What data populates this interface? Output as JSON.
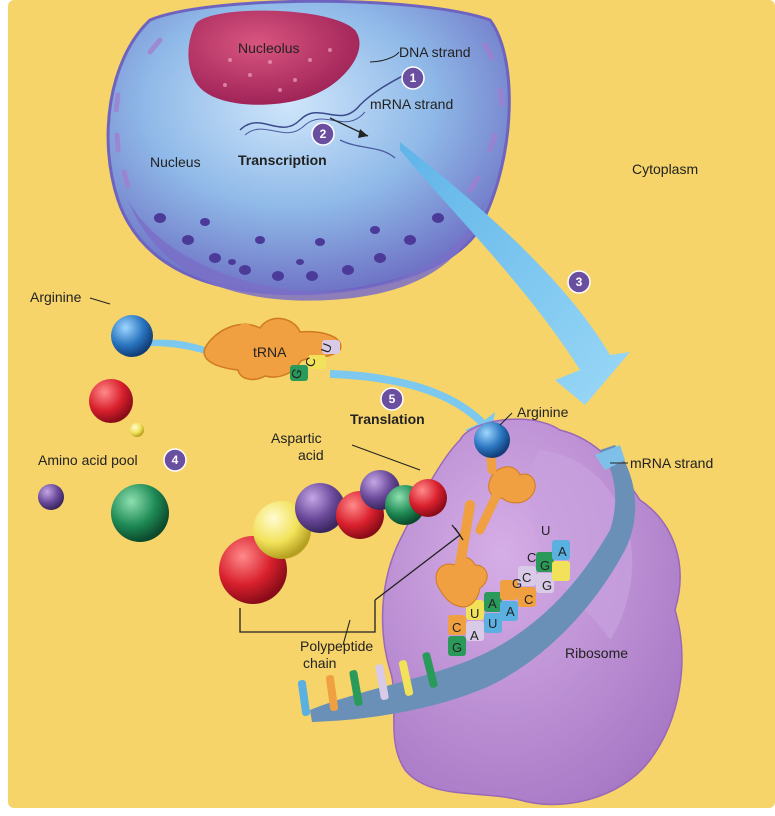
{
  "labels": {
    "nucleolus": "Nucleolus",
    "dna_strand": "DNA strand",
    "mrna_strand_nucleus": "mRNA strand",
    "nucleus": "Nucleus",
    "transcription": "Transcription",
    "cytoplasm": "Cytoplasm",
    "arginine_left": "Arginine",
    "trna": "tRNA",
    "translation": "Translation",
    "arginine_ribosome": "Arginine",
    "aspartic": "Aspartic",
    "acid": "acid",
    "amino_acid_pool": "Amino acid pool",
    "mrna_strand_right": "mRNA strand",
    "polypeptide": "Polypeptide",
    "chain": "chain",
    "ribosome": "Ribosome"
  },
  "step_badges": [
    "1",
    "2",
    "3",
    "4",
    "5"
  ],
  "trna_anticodon": [
    "G",
    "C",
    "U"
  ],
  "upper_trna_bases": [
    "U",
    "C",
    "G"
  ],
  "codon_bases": [
    "C",
    "U",
    "A"
  ],
  "lower_trna_bases": [
    "G",
    "A",
    "U"
  ],
  "mrna_upper_bases": [
    "A",
    "G",
    "C"
  ],
  "mrna_lower_bases": [
    "G",
    "C",
    "A"
  ],
  "colors": {
    "background": "#f6d46a",
    "nucleus": "#8fb9e8",
    "nucleus_edge": "#7a6fc8",
    "nucleolus": "#b5306a",
    "ribosome": "#b888d2",
    "trna": "#f0a040",
    "arrow": "#7cc8ef",
    "badge": "#6a4fa0"
  }
}
